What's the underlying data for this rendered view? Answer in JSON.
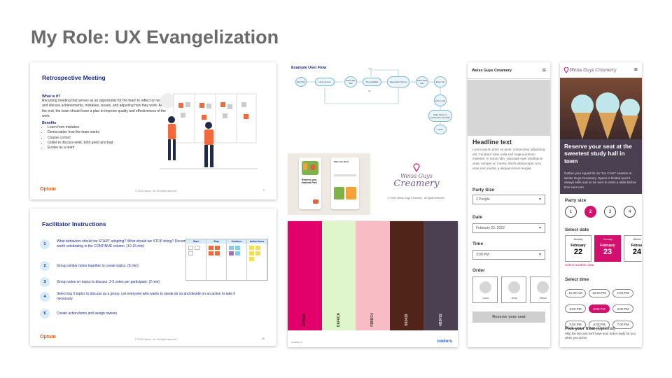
{
  "page": {
    "title": "My Role: UX Evangelization"
  },
  "retro": {
    "title": "Retrospective Meeting",
    "what_heading": "What is it?",
    "what_text": "Recurring meeting that serves as an opportunity for the team to reflect on work and discuss achievements, mistakes, issues, and adjusting how they work. At the end, the team should have a plan to improve quality and effectiveness of the work.",
    "benefits_heading": "Benefits",
    "benefits": [
      "Learn from mistakes",
      "Democratize how the team works",
      "Course correct",
      "Outlet to discuss work, both good and bad",
      "Evolve as a team"
    ],
    "logo": "Optum",
    "footer": "© 2022 Optum, Inc. All rights reserved.",
    "page_num": "5"
  },
  "facilitator": {
    "title": "Facilitator Instructions",
    "steps": [
      {
        "num": "1",
        "text": "What behaviors should we START adopting? What should we STOP doing? Document what worked well or was worth celebrating in the CONTINUE column. (10-15 min)"
      },
      {
        "num": "2",
        "text": "Group similar notes together to create topics. (5 min)"
      },
      {
        "num": "3",
        "text": "Group votes on topics to discuss. 3-5 votes per participant. (2 min)"
      },
      {
        "num": "4",
        "text": "Select top 5 topics to discuss as a group. Let everyone who wants to speak do so and decide on an action to take if necessary."
      },
      {
        "num": "5",
        "text": "Create action items and assign owners."
      }
    ],
    "board_cols": [
      "Start",
      "Stop",
      "Continue",
      "Action Items"
    ],
    "logo": "Optum",
    "footer": "© 2022 Optum, Inc. All rights reserved.",
    "page_num": "58"
  },
  "flow": {
    "title": "Example User Flow",
    "nodes": [
      "Start Step",
      "Home Screen",
      "Select Day Slot",
      "Time Available",
      "Reservation Screen",
      "Select Party Size",
      "Enter Info",
      "Add to Cart",
      "Order Screen or Confirmation Template",
      "Finish"
    ],
    "yes_label": "Yes",
    "no_label": "No"
  },
  "app_mock": {
    "title": "Reserve your National Park",
    "header": "Welcome Back"
  },
  "logo_card": {
    "brand_line1": "Weiss Guys",
    "brand_line2": "Creamery",
    "copyright": "© 2022 Weiss Guys Creamery . All rights reserved."
  },
  "palette": {
    "colors": [
      {
        "hex": "#E2006A",
        "label": "E2006A",
        "text": "#3a0018"
      },
      {
        "hex": "#DEF6CA",
        "label": "DEF6CA",
        "text": "#333333"
      },
      {
        "hex": "#F8BDC4",
        "label": "F8BDC4",
        "text": "#333333"
      },
      {
        "hex": "#502419",
        "label": "502419",
        "text": "#e8d8d0"
      },
      {
        "hex": "#4B3F52",
        "label": "4B3F52",
        "text": "#e8e0ea"
      }
    ],
    "site": "coolors.co",
    "brand": "coolors"
  },
  "wireframe": {
    "brand": "Weiss Guys Creamery",
    "menu_icon": "≡",
    "headline": "Headline text",
    "body": "Lorem ipsum dolor sit amet, consectetur adipiscing elit. Curabitur vitae nulla sed magna pretium molestie. In turpis nibh, vulputate eget vestibulum vitae, semper ac massa. Morbi ullamcorper arcu vitae sem mattis, a aliquam lorem feugiat.",
    "party_label": "Party Size",
    "party_value": "2 People",
    "date_label": "Date",
    "date_value": "February 23, 2022",
    "time_label": "Time",
    "time_value": "3:00 PM",
    "order_label": "Order",
    "order_items": [
      "Cone",
      "Bowl",
      "Milksh"
    ],
    "cta": "Reserve your seat"
  },
  "mobile": {
    "brand": "Weiss Guys Creamery",
    "menu_icon": "≡",
    "hero_title": "Reserve your seat at the sweetest study hall in town",
    "hero_body": "Gather your squad for an \"Ice Cram\" session at Weiss Guys Creamery. Space is limited (and it always sells out) so be sure to claim a table before time runs out!",
    "party_label": "Party size",
    "party_options": [
      "1",
      "2",
      "3",
      "4"
    ],
    "party_selected": 1,
    "date_label": "Select date",
    "dates": [
      {
        "dow": "Monday",
        "month": "February",
        "day": "22"
      },
      {
        "dow": "Tuesday",
        "month": "February",
        "day": "23"
      },
      {
        "dow": "Wedne",
        "month": "Februa",
        "day": "24"
      }
    ],
    "date_selected": 1,
    "another_date": "Select another date",
    "time_label": "Select time",
    "times": [
      "11:00 AM",
      "12:00 PM",
      "1:00 PM",
      "2:00 PM",
      "3:00 PM",
      "4:00 PM",
      "5:00 PM",
      "6:00 PM",
      "7:00 PM"
    ],
    "time_selected": 4,
    "treat_label": "Pick your treat",
    "treat_optional": "(Optional)",
    "treat_body": "Skip the line and we'll have your order ready for you when you arrive.",
    "accent": "#d4106e"
  }
}
